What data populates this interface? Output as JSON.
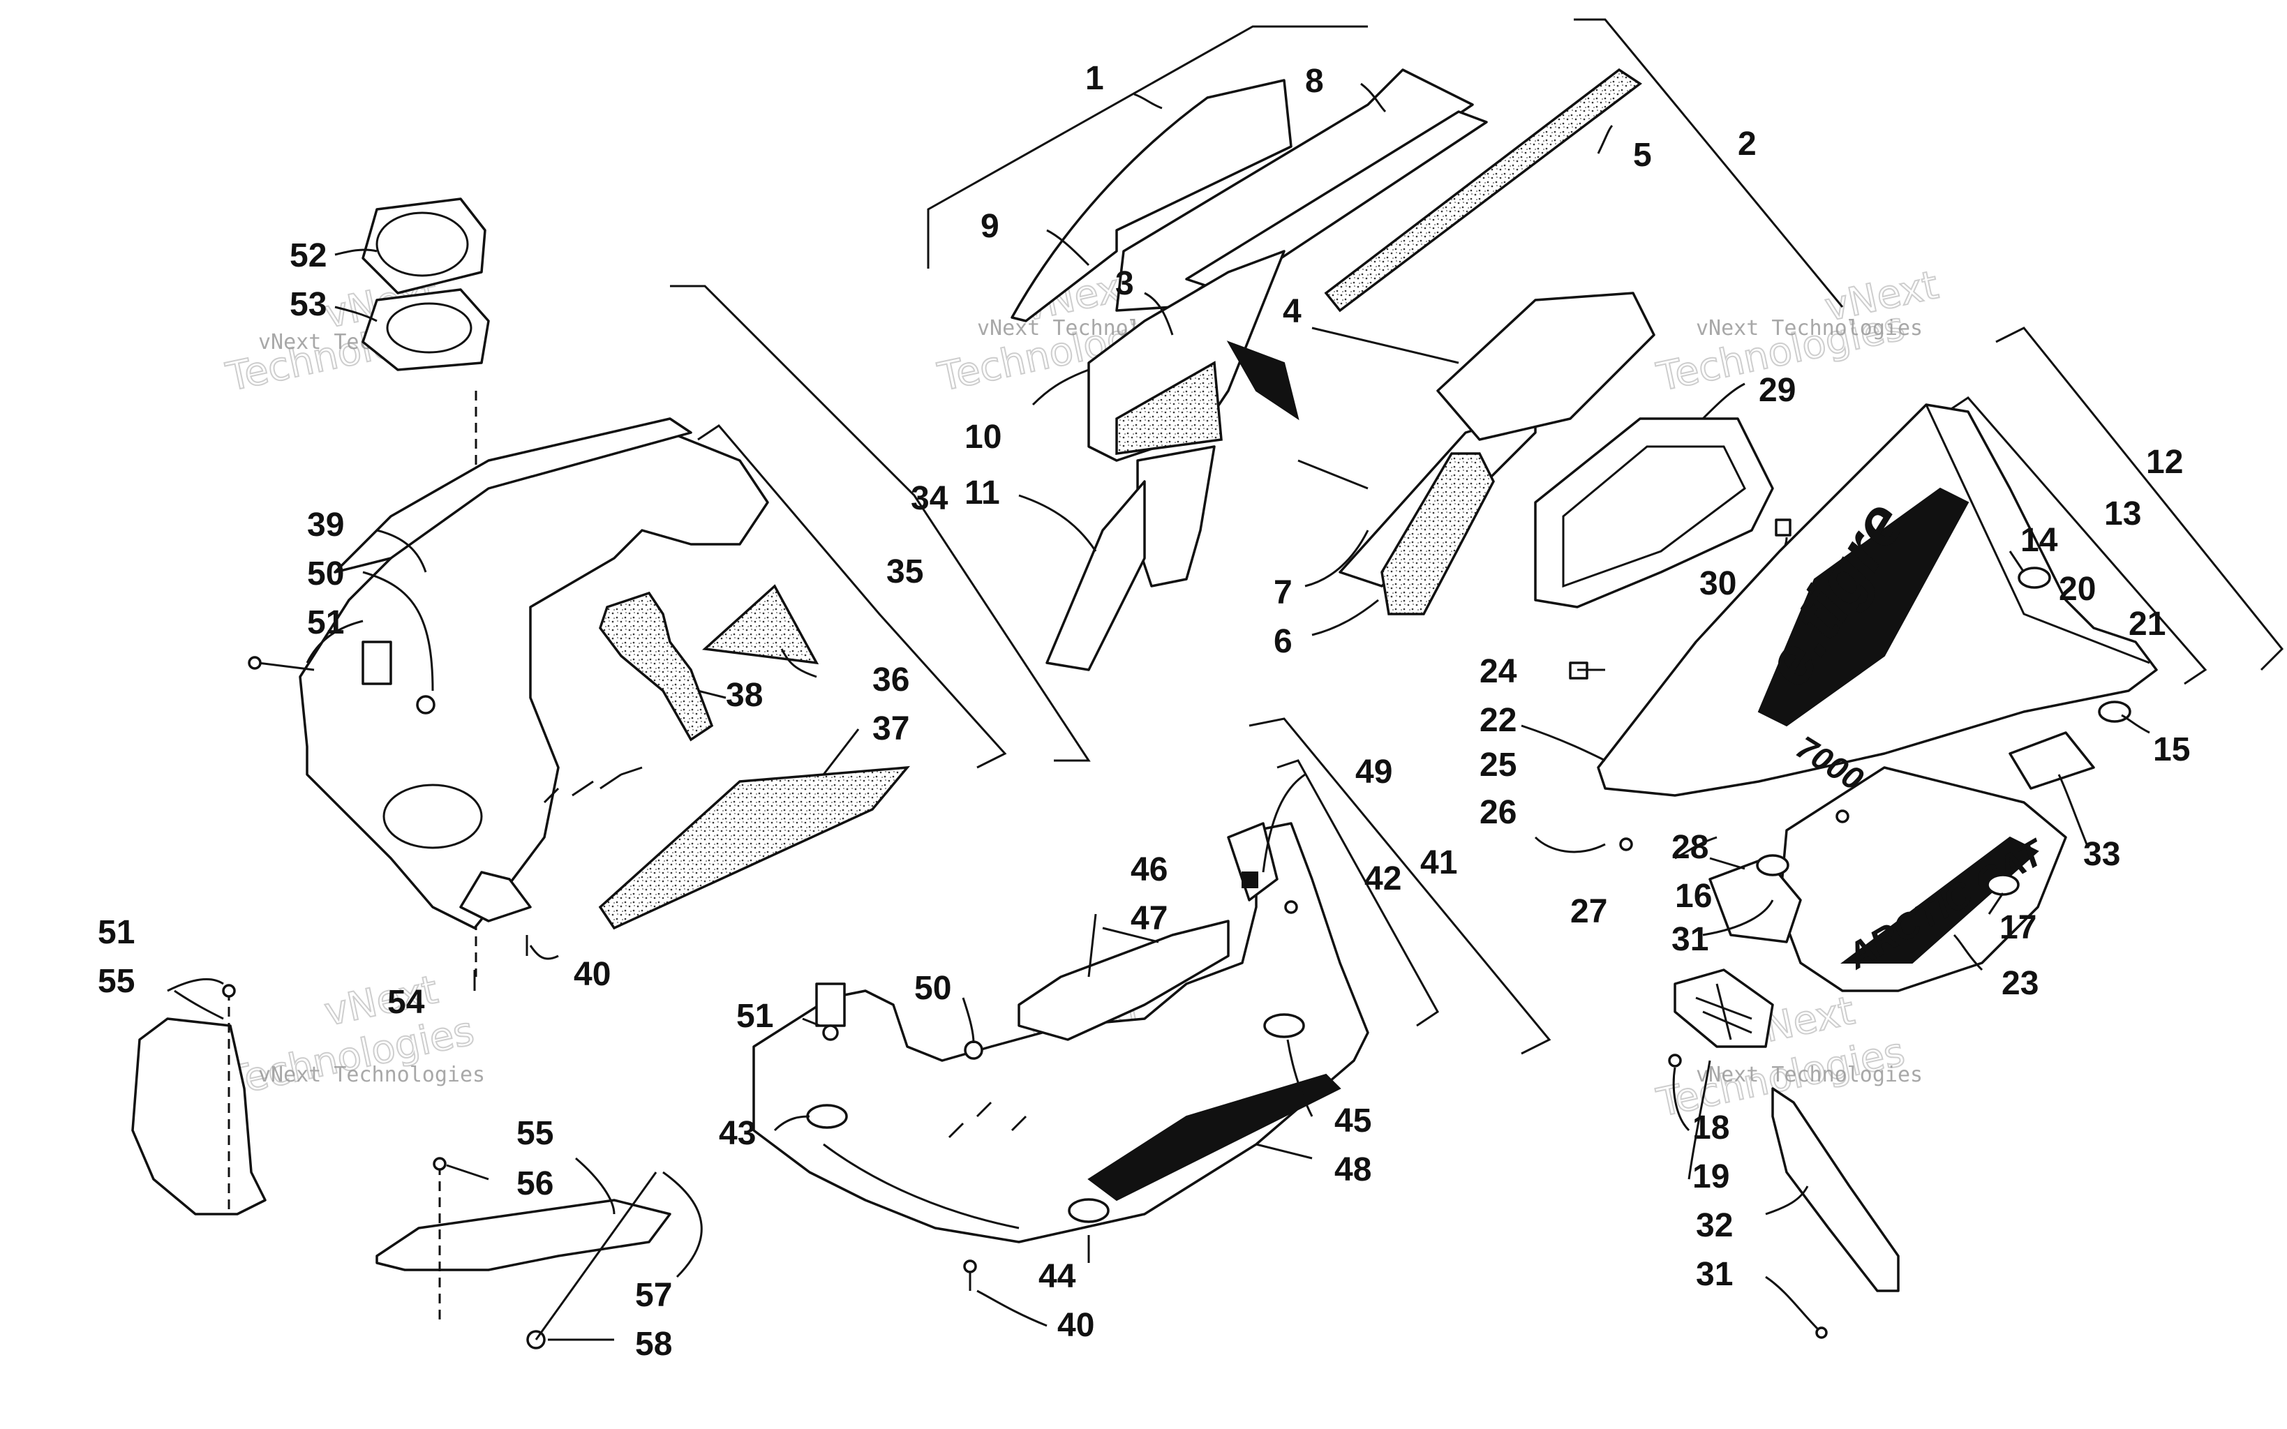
{
  "callouts": [
    {
      "id": "1",
      "label": "1"
    },
    {
      "id": "2",
      "label": "2"
    },
    {
      "id": "3",
      "label": "3"
    },
    {
      "id": "4",
      "label": "4"
    },
    {
      "id": "5",
      "label": "5"
    },
    {
      "id": "6",
      "label": "6"
    },
    {
      "id": "7",
      "label": "7"
    },
    {
      "id": "8",
      "label": "8"
    },
    {
      "id": "9",
      "label": "9"
    },
    {
      "id": "10",
      "label": "10"
    },
    {
      "id": "11",
      "label": "11"
    },
    {
      "id": "12",
      "label": "12"
    },
    {
      "id": "13",
      "label": "13"
    },
    {
      "id": "14",
      "label": "14"
    },
    {
      "id": "15",
      "label": "15"
    },
    {
      "id": "16",
      "label": "16"
    },
    {
      "id": "17",
      "label": "17"
    },
    {
      "id": "18",
      "label": "18"
    },
    {
      "id": "19",
      "label": "19"
    },
    {
      "id": "20",
      "label": "20"
    },
    {
      "id": "21",
      "label": "21"
    },
    {
      "id": "22",
      "label": "22"
    },
    {
      "id": "23",
      "label": "23"
    },
    {
      "id": "24",
      "label": "24"
    },
    {
      "id": "25",
      "label": "25"
    },
    {
      "id": "26",
      "label": "26"
    },
    {
      "id": "27",
      "label": "27"
    },
    {
      "id": "28",
      "label": "28"
    },
    {
      "id": "29",
      "label": "29"
    },
    {
      "id": "30",
      "label": "30"
    },
    {
      "id": "31a",
      "label": "31"
    },
    {
      "id": "31b",
      "label": "31"
    },
    {
      "id": "32",
      "label": "32"
    },
    {
      "id": "33",
      "label": "33"
    },
    {
      "id": "34",
      "label": "34"
    },
    {
      "id": "35",
      "label": "35"
    },
    {
      "id": "36",
      "label": "36"
    },
    {
      "id": "37",
      "label": "37"
    },
    {
      "id": "38",
      "label": "38"
    },
    {
      "id": "39",
      "label": "39"
    },
    {
      "id": "40a",
      "label": "40"
    },
    {
      "id": "40b",
      "label": "40"
    },
    {
      "id": "41",
      "label": "41"
    },
    {
      "id": "42",
      "label": "42"
    },
    {
      "id": "43",
      "label": "43"
    },
    {
      "id": "44",
      "label": "44"
    },
    {
      "id": "45",
      "label": "45"
    },
    {
      "id": "46",
      "label": "46"
    },
    {
      "id": "47",
      "label": "47"
    },
    {
      "id": "48",
      "label": "48"
    },
    {
      "id": "49",
      "label": "49"
    },
    {
      "id": "50a",
      "label": "50"
    },
    {
      "id": "50b",
      "label": "50"
    },
    {
      "id": "51a",
      "label": "51"
    },
    {
      "id": "51b",
      "label": "51"
    },
    {
      "id": "51c",
      "label": "51"
    },
    {
      "id": "52",
      "label": "52"
    },
    {
      "id": "53",
      "label": "53"
    },
    {
      "id": "54",
      "label": "54"
    },
    {
      "id": "55a",
      "label": "55"
    },
    {
      "id": "55b",
      "label": "55"
    },
    {
      "id": "56",
      "label": "56"
    },
    {
      "id": "57",
      "label": "57"
    },
    {
      "id": "58",
      "label": "58"
    }
  ],
  "decals": {
    "side_logo": "e.tigre",
    "side_model": "7000",
    "brand": "ARCTIC CAT"
  },
  "watermark": {
    "small": "vNext Technologies",
    "big_1": "vNext",
    "big_2": "Technologies"
  },
  "colors": {
    "line": "#111111",
    "background": "#ffffff",
    "watermark": "#9a9a9a"
  }
}
